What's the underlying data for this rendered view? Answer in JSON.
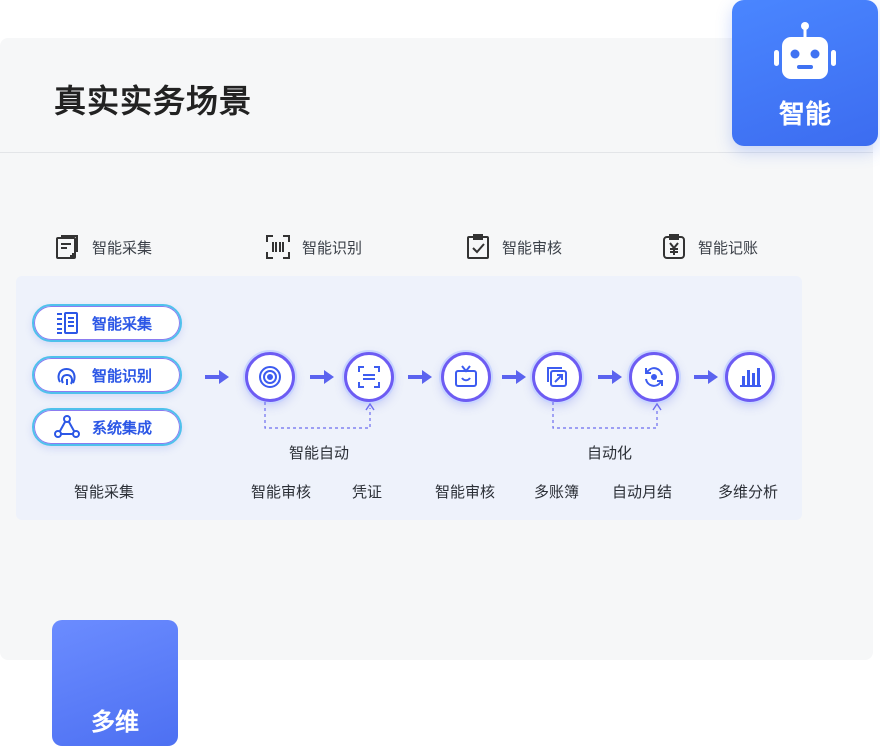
{
  "page": {
    "title": "真实实务场景"
  },
  "badges": {
    "zhineng": "智能",
    "duowei": "多维"
  },
  "categories": [
    {
      "label": "智能采集",
      "icon": "form-add-icon"
    },
    {
      "label": "智能识别",
      "icon": "scan-icon"
    },
    {
      "label": "智能审核",
      "icon": "clipboard-check-icon"
    },
    {
      "label": "智能记账",
      "icon": "yen-clipboard-icon"
    }
  ],
  "pills": [
    {
      "label": "智能采集",
      "icon": "barcode-doc-icon"
    },
    {
      "label": "智能识别",
      "icon": "fingerprint-icon"
    },
    {
      "label": "系统集成",
      "icon": "network-icon"
    }
  ],
  "nodes": [
    {
      "icon": "target-icon"
    },
    {
      "icon": "scan-doc-icon"
    },
    {
      "icon": "tv-smile-icon"
    },
    {
      "icon": "copy-arrow-icon"
    },
    {
      "icon": "refresh-icon"
    },
    {
      "icon": "bar-chart-icon"
    }
  ],
  "groups": {
    "auto_smart": "智能自动",
    "automation": "自动化"
  },
  "labels": {
    "collect": "智能采集",
    "audit1": "智能审核",
    "voucher": "凭证",
    "audit2": "智能审核",
    "multi_ledger": "多账簿",
    "month_close": "自动月结",
    "analysis": "多维分析"
  }
}
